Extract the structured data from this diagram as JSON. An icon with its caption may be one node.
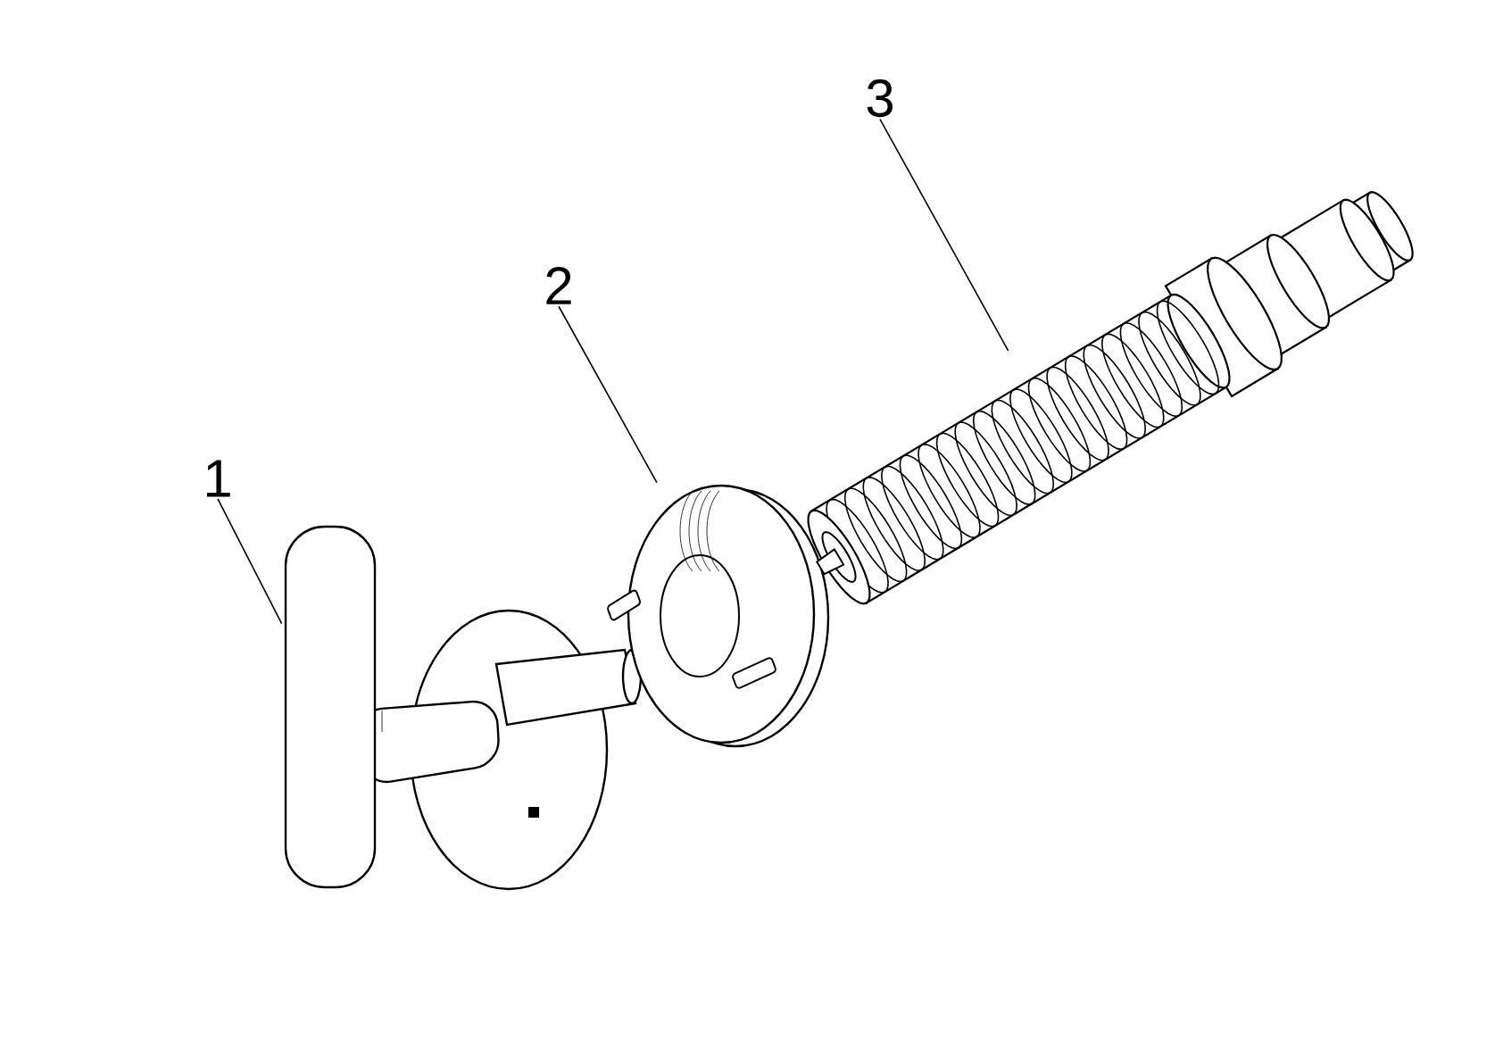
{
  "diagram": {
    "nodes": [
      {
        "text": [
          "1"
        ]
      },
      {
        "text": [],
        "shape": "picture"
      },
      {
        "text": [
          "2"
        ]
      },
      {
        "text": [],
        "shape": "picture"
      },
      {
        "text": [
          "3"
        ]
      },
      {
        "text": [],
        "shape": "picture"
      }
    ],
    "edges": [
      {
        "from": 0,
        "to": 1,
        "arrow": "none"
      },
      {
        "from": 2,
        "to": 3,
        "arrow": "none"
      },
      {
        "from": 4,
        "to": 5,
        "arrow": "none"
      }
    ]
  }
}
